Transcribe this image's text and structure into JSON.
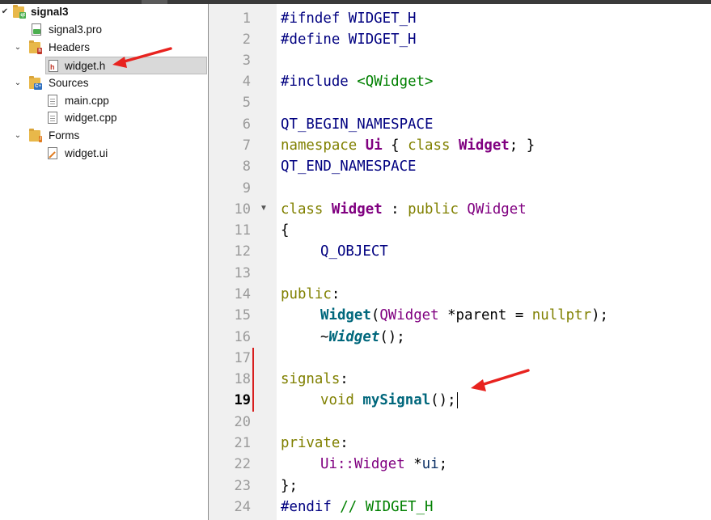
{
  "project_tree": {
    "root": "signal3",
    "pro_file": "signal3.pro",
    "headers": {
      "label": "Headers",
      "files": [
        "widget.h"
      ]
    },
    "sources": {
      "label": "Sources",
      "files": [
        "main.cpp",
        "widget.cpp"
      ]
    },
    "forms": {
      "label": "Forms",
      "files": [
        "widget.ui"
      ]
    }
  },
  "editor": {
    "line_numbers": [
      "1",
      "2",
      "3",
      "4",
      "5",
      "6",
      "7",
      "8",
      "9",
      "10",
      "11",
      "12",
      "13",
      "14",
      "15",
      "16",
      "17",
      "18",
      "19",
      "20",
      "21",
      "22",
      "23",
      "24"
    ],
    "current_line": "19",
    "tokens": {
      "l1_pp": "#ifndef",
      "l1_rest": " WIDGET_H",
      "l2_pp": "#define",
      "l2_rest": " WIDGET_H",
      "l4_pp": "#include",
      "l4_space": " ",
      "l4_inc": "<QWidget>",
      "l6": "QT_BEGIN_NAMESPACE",
      "l7_ns": "namespace",
      "l7_ui": "Ui",
      "l7_b1": " { ",
      "l7_class": "class",
      "l7_widget": "Widget",
      "l7_end": "; }",
      "l8": "QT_END_NAMESPACE",
      "l10_class": "class",
      "l10_widget": "Widget",
      "l10_colon": " : ",
      "l10_public": "public",
      "l10_qwidget": "QWidget",
      "l11": "{",
      "l12": "Q_OBJECT",
      "l14_public": "public",
      "l14_colon": ":",
      "l15_widget": "Widget",
      "l15_paren": "(",
      "l15_qwidget": "QWidget",
      "l15_rest": " *parent = ",
      "l15_null": "nullptr",
      "l15_end": ");",
      "l16_tilde": "~",
      "l16_widget": "Widget",
      "l16_end": "();",
      "l18_signals": "signals",
      "l18_colon": ":",
      "l19_void": "void",
      "l19_fn": "mySignal",
      "l19_end": "();",
      "l21_private": "private",
      "l21_colon": ":",
      "l22_ui": "Ui::",
      "l22_widget": "Widget",
      "l22_star": " *",
      "l22_var": "ui",
      "l22_semi": ";",
      "l23": "};",
      "l24_pp": "#endif",
      "l24_cm": " // WIDGET_H"
    }
  },
  "colors": {
    "annotation_arrow": "#e8231f",
    "modified_marker": "#d81e1e"
  }
}
